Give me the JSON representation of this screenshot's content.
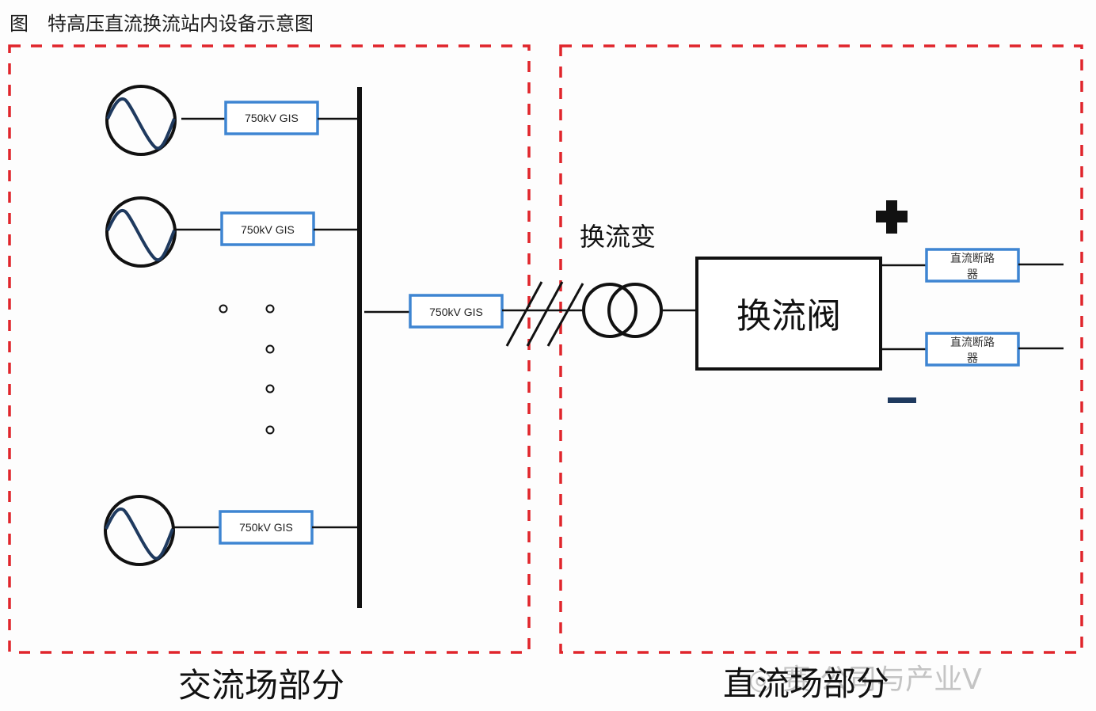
{
  "title": "图　特高压直流换流站内设备示意图",
  "colors": {
    "dash_border": "#e0252b",
    "gis_border": "#3e85d2",
    "line": "#111111",
    "sine": "#1f3a5f",
    "minus": "#1f3a5f"
  },
  "ac_section": {
    "label": "交流场部分",
    "generators": [
      {
        "icon": "ac-generator-icon",
        "gis_label": "750kV GIS"
      },
      {
        "icon": "ac-generator-icon",
        "gis_label": "750kV GIS"
      },
      {
        "icon": "ac-generator-icon",
        "gis_label": "750kV GIS"
      }
    ],
    "ellipsis_icon": "vertical-ellipsis-dots",
    "busbar_gis_label": "750kV GIS"
  },
  "dc_section": {
    "label": "直流场部分",
    "transformer_label": "换流变",
    "transformer_icon": "transformer-icon",
    "valve_label": "换流阀",
    "positive_symbol": "plus-icon",
    "negative_symbol": "minus-icon",
    "breakers": [
      {
        "label_line1": "直流断路",
        "label_line2": "器"
      },
      {
        "label_line1": "直流断路",
        "label_line2": "器"
      }
    ]
  },
  "watermark": "◎ 赛 公司与产业V"
}
